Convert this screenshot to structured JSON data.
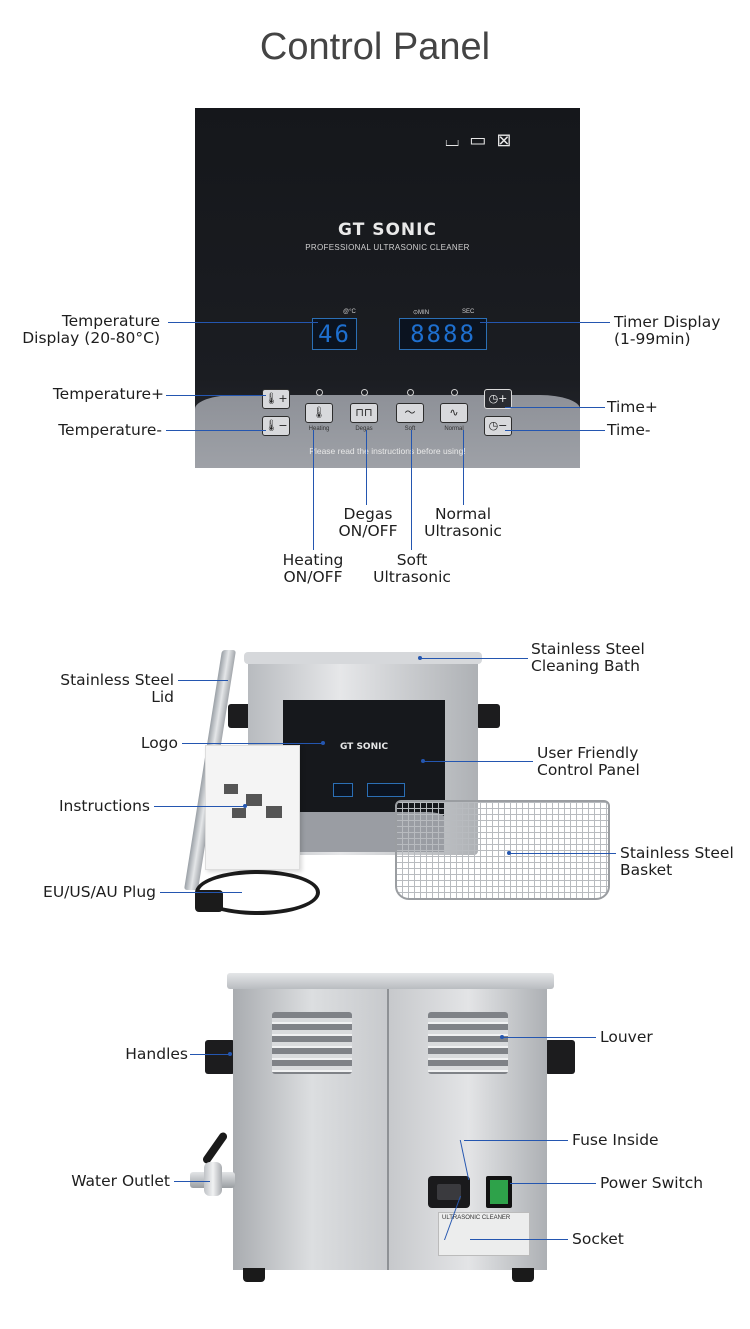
{
  "title": "Control Panel",
  "panel": {
    "brand": "GT SONIC",
    "subtitle": "PROFESSIONAL ULTRASONIC CLEANER",
    "temp_unit": "@°C",
    "min_label": "⊙MIN",
    "sec_label": "SEC",
    "temp_display": "46",
    "timer_display": "8888",
    "note": "Please read the instructions before using!",
    "buttons": [
      "Heating",
      "Degas",
      "Soft",
      "Normal"
    ]
  },
  "callouts_panel": {
    "temperature_display": [
      "Temperature",
      "Display (20-80°C)"
    ],
    "timer_display": [
      "Timer Display",
      "(1-99min)"
    ],
    "temperature_plus": "Temperature+",
    "temperature_minus": "Temperature-",
    "time_plus": "Time+",
    "time_minus": "Time-",
    "degas": [
      "Degas",
      "ON/OFF"
    ],
    "normal": [
      "Normal",
      "Ultrasonic"
    ],
    "heating": [
      "Heating",
      "ON/OFF"
    ],
    "soft": [
      "Soft",
      "Ultrasonic"
    ]
  },
  "callouts_product": {
    "lid": [
      "Stainless Steel",
      "Lid"
    ],
    "logo": "Logo",
    "instructions": "Instructions",
    "plug": "EU/US/AU Plug",
    "bath": [
      "Stainless Steel",
      "Cleaning Bath"
    ],
    "control_panel": [
      "User Friendly",
      "Control Panel"
    ],
    "basket": [
      "Stainless Steel",
      "Basket"
    ]
  },
  "callouts_back": {
    "handles": "Handles",
    "water_outlet": "Water Outlet",
    "louver": "Louver",
    "fuse": "Fuse Inside",
    "power_switch": "Power Switch",
    "socket": "Socket"
  },
  "nameplate_text": "ULTRASONIC CLEANER"
}
